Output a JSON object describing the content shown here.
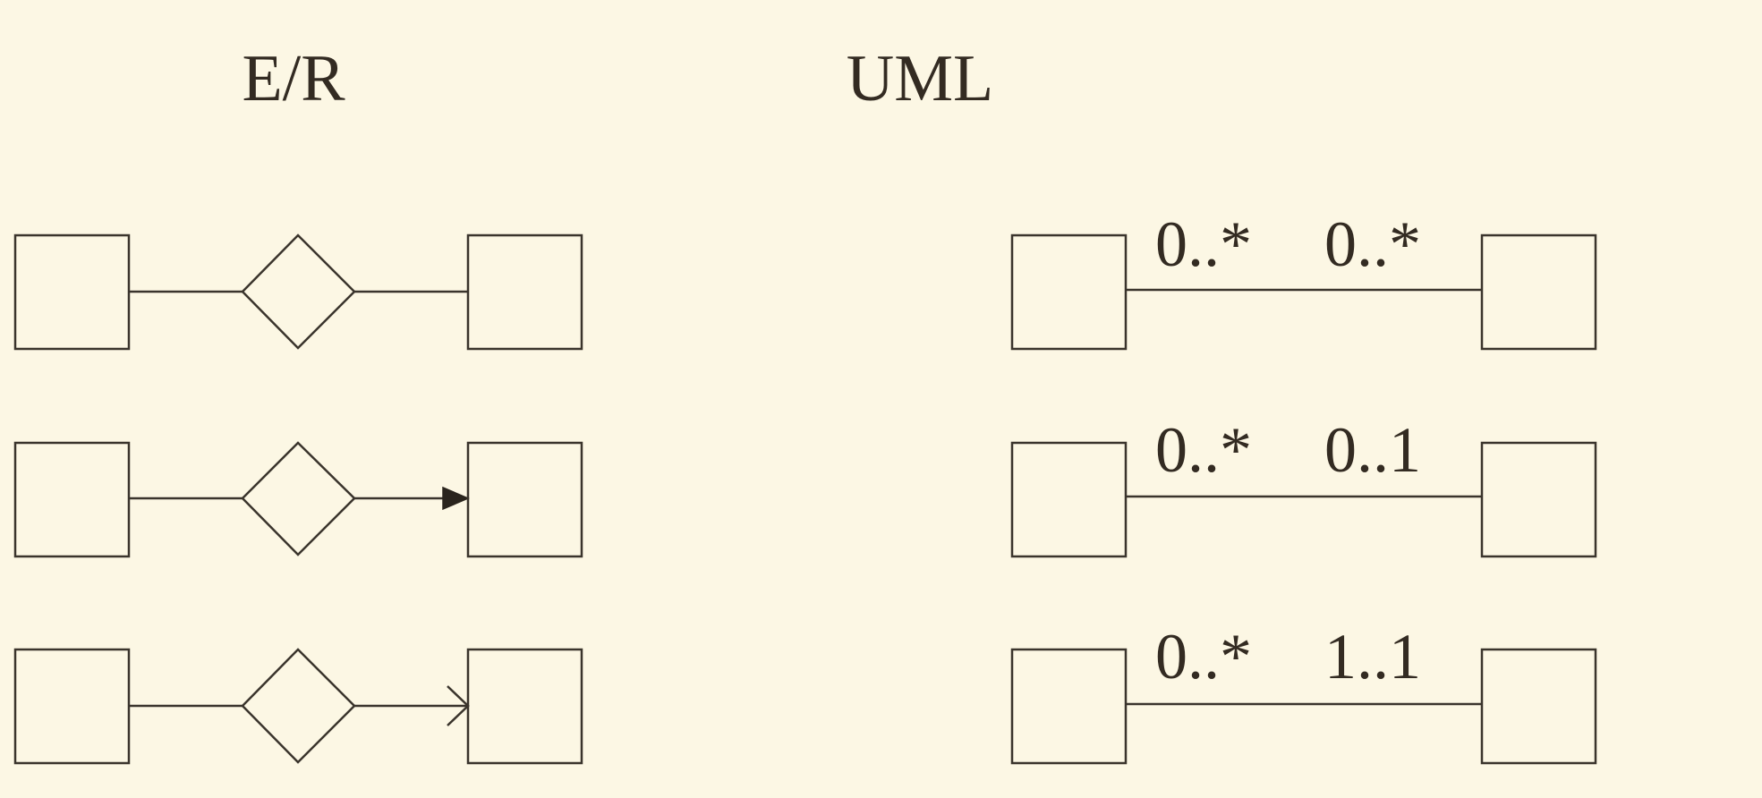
{
  "er": {
    "title": "E/R",
    "rows": [
      {
        "arrow": "none"
      },
      {
        "arrow": "filled"
      },
      {
        "arrow": "open"
      }
    ]
  },
  "uml": {
    "title": "UML",
    "rows": [
      {
        "left": "0..*",
        "right": "0..*"
      },
      {
        "left": "0..*",
        "right": "0..1"
      },
      {
        "left": "0..*",
        "right": "1..1"
      }
    ]
  },
  "colors": {
    "background": "#fcf7e4",
    "ink": "#3a342c",
    "text": "#332b22"
  }
}
